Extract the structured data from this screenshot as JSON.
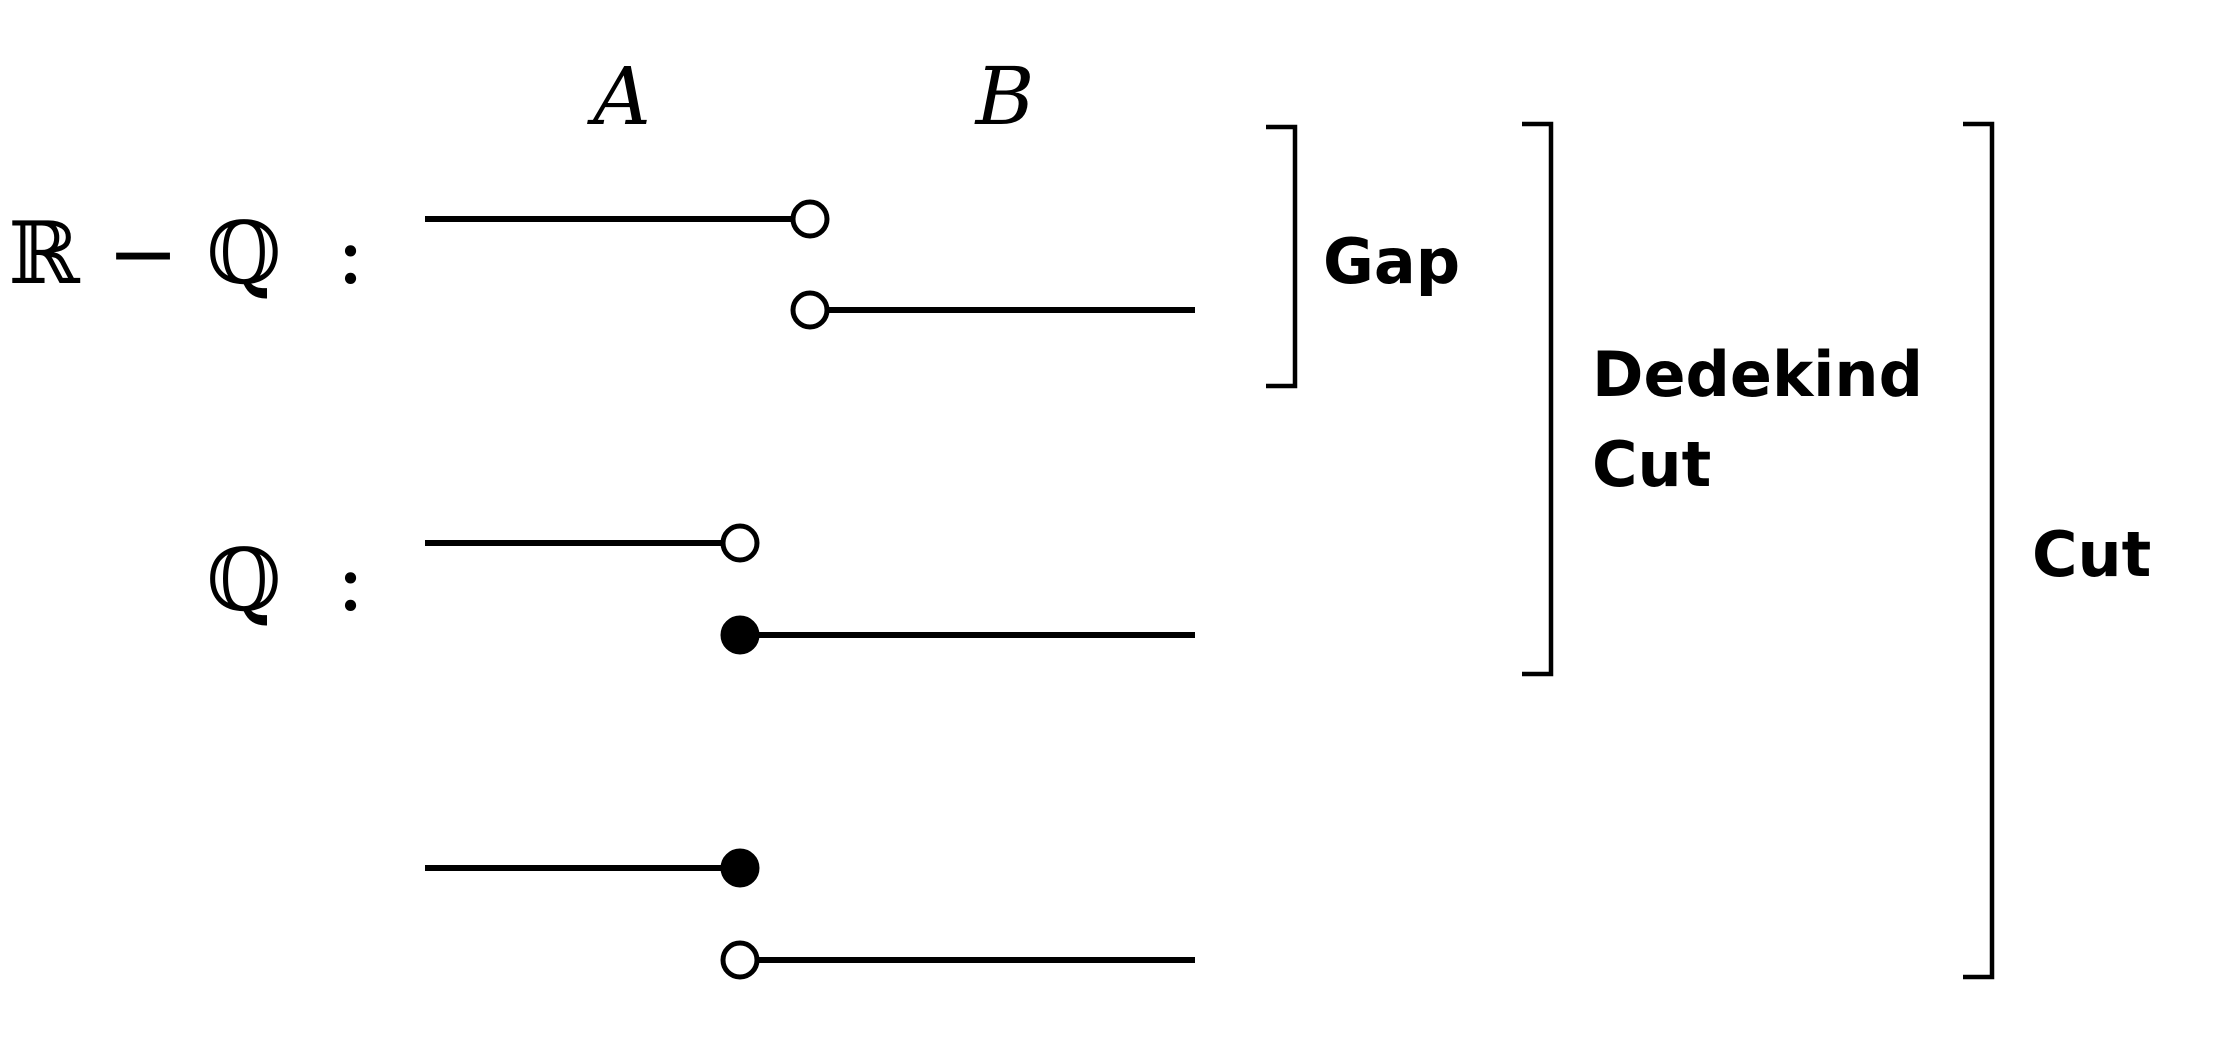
{
  "column_headers": {
    "a": "A",
    "b": "B"
  },
  "rows": [
    {
      "label": "ℝ − ℚ  :",
      "a_endpoint": "open",
      "b_endpoint": "open"
    },
    {
      "label": "ℚ  :",
      "a_endpoint": "open",
      "b_endpoint": "closed"
    },
    {
      "label": "",
      "a_endpoint": "closed",
      "b_endpoint": "open"
    }
  ],
  "brackets": {
    "gap": "Gap",
    "dedekind_line1": "Dedekind",
    "dedekind_line2": "Cut",
    "cut": "Cut"
  }
}
